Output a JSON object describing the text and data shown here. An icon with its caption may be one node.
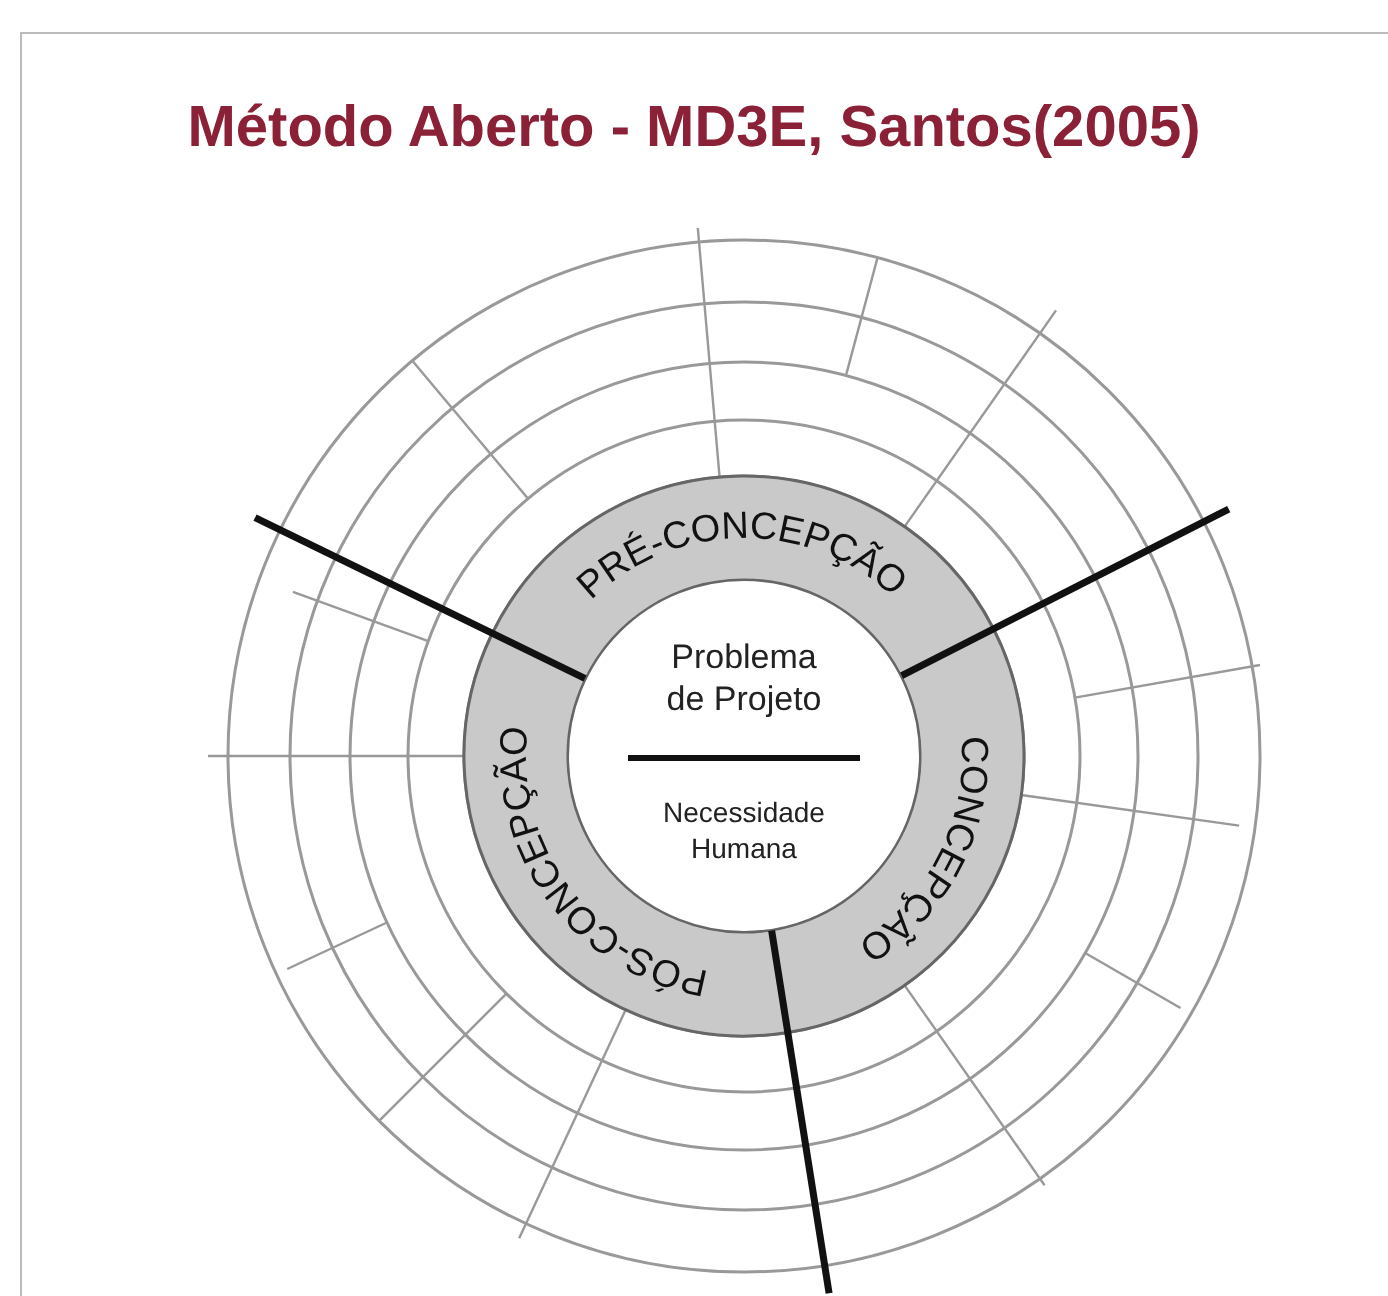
{
  "diagram": {
    "title": "Método Aberto - MD3E,  Santos(2005)",
    "nodes": [
      {
        "text": [
          "Problema de Projeto",
          "Necessidade Humana"
        ]
      },
      {
        "text": [
          "PRÉ-CONCEPÇÃO"
        ]
      },
      {
        "text": [
          "CONCEPÇÃO"
        ]
      },
      {
        "text": [
          "PÓS-CONCEPÇÃO"
        ]
      }
    ]
  }
}
